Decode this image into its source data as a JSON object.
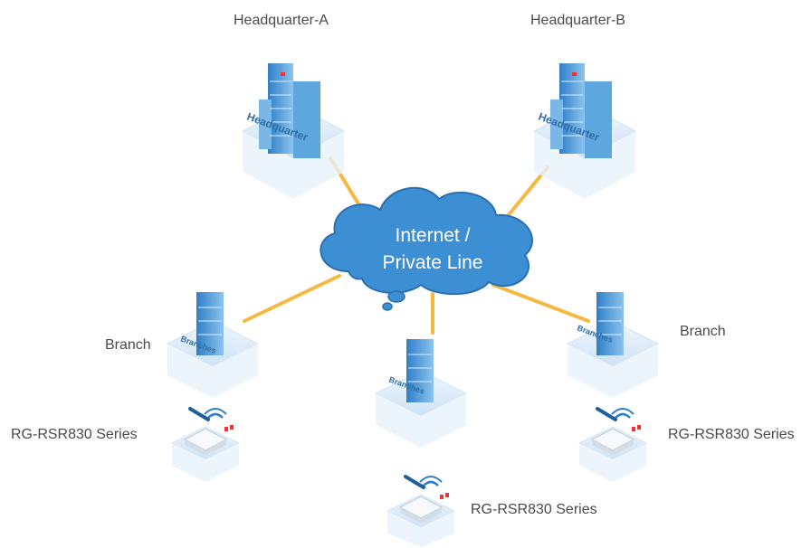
{
  "diagram": {
    "cloud": {
      "line1": "Internet /",
      "line2": "Private Line"
    },
    "nodes": {
      "hq_a": {
        "label": "Headquarter-A",
        "badge": "Headquarter"
      },
      "hq_b": {
        "label": "Headquarter-B",
        "badge": "Headquarter"
      },
      "branch_left": {
        "label": "Branch",
        "badge": "Branches"
      },
      "branch_center": {
        "badge": "Branches"
      },
      "branch_right": {
        "label": "Branch",
        "badge": "Branches"
      }
    },
    "devices": {
      "left": {
        "label": "RG-RSR830 Series"
      },
      "center": {
        "label": "RG-RSR830 Series"
      },
      "right": {
        "label": "RG-RSR830 Series"
      }
    }
  },
  "colors": {
    "link": "#f5b942",
    "cloud_fill": "#3d8fd4",
    "cloud_stroke": "#2a6fb0",
    "building_dark": "#2f7fc7",
    "building_light": "#8cc4ee",
    "platform": "#dcecf8",
    "label_text": "#4a4a4a"
  }
}
